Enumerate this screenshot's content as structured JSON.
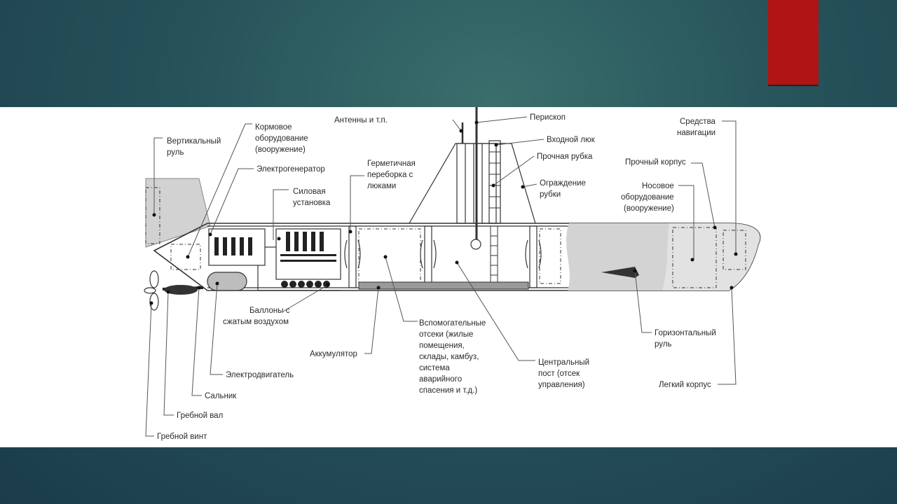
{
  "slide": {
    "accent_color": "#b01414"
  },
  "diagram": {
    "labels": {
      "vertical_rudder": [
        "Вертикальный",
        "руль"
      ],
      "stern_equipment": [
        "Кормовое",
        "оборудование",
        "(вооружение)"
      ],
      "generator": [
        "Электрогенератор"
      ],
      "power_plant": [
        "Силовая",
        "установка"
      ],
      "bulkhead": [
        "Герметичная",
        "переборка с",
        "люками"
      ],
      "antennas": [
        "Антенны и т.п."
      ],
      "periscope": [
        "Перископ"
      ],
      "entry_hatch": [
        "Входной люк"
      ],
      "pressure_tower": [
        "Прочная рубка"
      ],
      "tower_fence": [
        "Ограждение",
        "рубки"
      ],
      "navigation": [
        "Средства",
        "навигации"
      ],
      "pressure_hull": [
        "Прочный корпус"
      ],
      "bow_equipment": [
        "Носовое",
        "оборудование",
        "(вооружение)"
      ],
      "air_tanks": [
        "Баллоны с",
        "сжатым воздухом"
      ],
      "battery": [
        "Аккумулятор"
      ],
      "aux_compartments": [
        "Вспомогательные",
        "отсеки (жилые",
        "помещения,",
        "склады, камбуз,",
        "система",
        "аварийного",
        "спасения и т.д.)"
      ],
      "central_post": [
        "Центральный",
        "пост (отсек",
        "управления)"
      ],
      "horizontal_rudder": [
        "Горизонтальный",
        "руль"
      ],
      "light_hull": [
        "Легкий корпус"
      ],
      "motor": [
        "Электродвигатель"
      ],
      "gland": [
        "Сальник"
      ],
      "shaft": [
        "Гребной вал"
      ],
      "propeller": [
        "Гребной винт"
      ]
    }
  }
}
